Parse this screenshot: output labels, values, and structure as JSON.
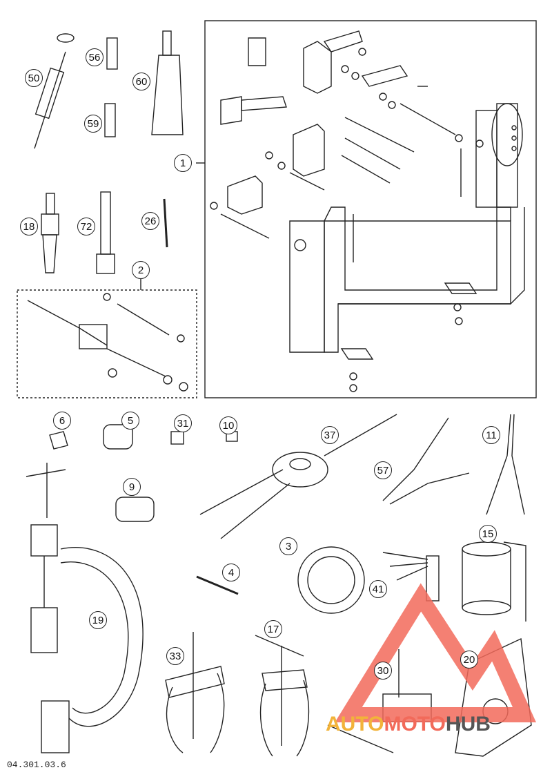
{
  "callouts": {
    "c1": "1",
    "c2": "2",
    "c3": "3",
    "c4": "4",
    "c5": "5",
    "c6": "6",
    "c9": "9",
    "c10": "10",
    "c11": "11",
    "c15": "15",
    "c17": "17",
    "c18": "18",
    "c19": "19",
    "c20": "20",
    "c26": "26",
    "c30": "30",
    "c31": "31",
    "c33": "33",
    "c37": "37",
    "c41": "41",
    "c50": "50",
    "c56": "56",
    "c57": "57",
    "c59": "59",
    "c60": "60",
    "c72": "72"
  },
  "watermark": {
    "auto": "AUTO",
    "moto": "MOTO",
    "hub": "HUB"
  },
  "footer_code": "04.301.03.6",
  "colors": {
    "line": "#222222",
    "watermark_red": "#f26a5a",
    "watermark_orange": "#f2b33a",
    "watermark_gray": "#555555"
  }
}
